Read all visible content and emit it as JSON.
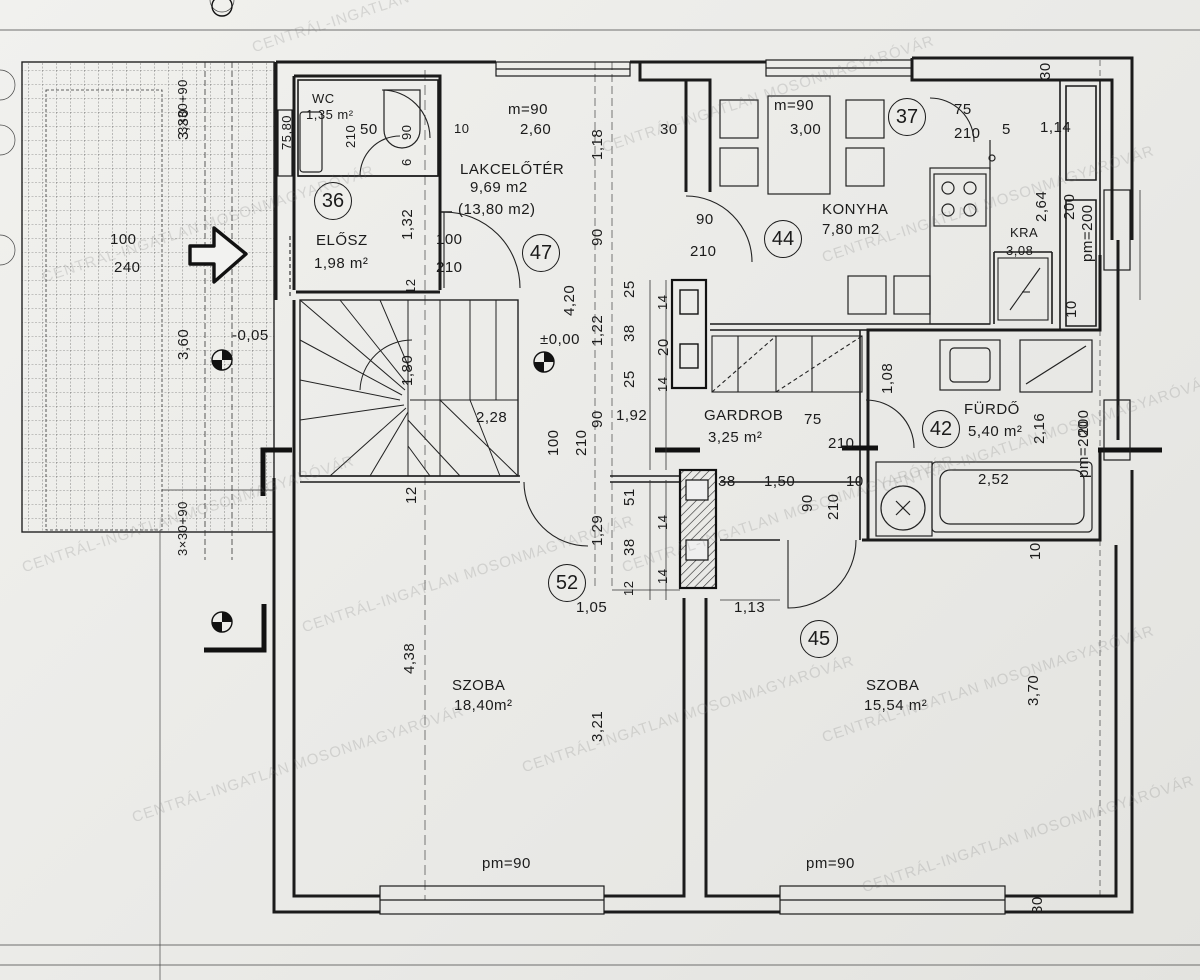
{
  "rooms": {
    "wc": {
      "name": "WC",
      "area": "1,35 m²"
    },
    "eloter": {
      "name": "LAKCELŐTÉR",
      "area": "9,69 m2",
      "area2": "(13,80 m2)"
    },
    "konyha": {
      "name": "KONYHA",
      "area": "7,80 m2"
    },
    "kamra": {
      "name": "KRA",
      "area": "3,08"
    },
    "elosz": {
      "name": "ELŐSZ",
      "area": "1,98 m²"
    },
    "gardrob": {
      "name": "GARDROB",
      "area": "3,25 m²"
    },
    "furdo": {
      "name": "FÜRDŐ",
      "area": "5,40 m²"
    },
    "szoba1": {
      "name": "SZOBA",
      "area": "18,40m²",
      "sill": "pm=90"
    },
    "szoba2": {
      "name": "SZOBA",
      "area": "15,54 m²",
      "sill": "pm=90"
    }
  },
  "room_numbers": [
    "36",
    "47",
    "44",
    "37",
    "42",
    "52",
    "45"
  ],
  "dimensions": {
    "m90_a": "m=90",
    "h260": "2,60",
    "m90_b": "m=90",
    "h300": "3,00",
    "d75": "75",
    "d210a": "210",
    "d5": "5",
    "d114": "1,14",
    "d50": "50",
    "d90a": "90",
    "d6": "6",
    "d10a": "10",
    "d210b": "210",
    "d7580": "75,80",
    "d30a": "30",
    "d90b": "90",
    "d210c": "210",
    "d100a": "100",
    "d210d": "210",
    "d132": "1,32",
    "d12a": "12",
    "d100b": "100",
    "d240": "240",
    "d118": "1,18",
    "d90c": "90",
    "d420": "4,20",
    "d122": "1,22",
    "d25a": "25",
    "d14a": "14",
    "d38a": "38",
    "d20": "20",
    "d25b": "25",
    "d14b": "14",
    "d264": "2,64",
    "d200a": "200",
    "pm200a": "pm=200",
    "d10b": "10",
    "d330": "3,30",
    "d360": "3,60",
    "lvl005": "-0,05",
    "lvl000": "±0,00",
    "d180": "1,80",
    "d228": "2,28",
    "d90d": "90",
    "d192": "1,92",
    "d100c": "100",
    "d210e": "210",
    "d75b": "75",
    "d210f": "210",
    "d108": "1,08",
    "d216": "2,16",
    "d200b": "200",
    "pm200b": "pm=200",
    "d12b": "12",
    "d38b": "38",
    "d150": "1,50",
    "d90e": "90",
    "d210g": "210",
    "d10c": "10",
    "d252": "2,52",
    "d51": "51",
    "d129": "1,29",
    "d38c": "38",
    "d14c": "14",
    "d14d": "14",
    "d12c": "12",
    "d105": "1,05",
    "d113": "1,13",
    "d10d": "10",
    "d3x30": "3×30+90",
    "d3x30b": "3×30+90",
    "d438": "4,38",
    "d321": "3,21",
    "d370": "3,70",
    "d30b": "30",
    "d30c": "30"
  },
  "watermark": "CENTRÁL-INGATLAN MOSONMAGYARÓVÁR",
  "colors": {
    "ink": "#1b1b1b",
    "paper": "#ecece9",
    "watermark": "#8a8a8a"
  }
}
